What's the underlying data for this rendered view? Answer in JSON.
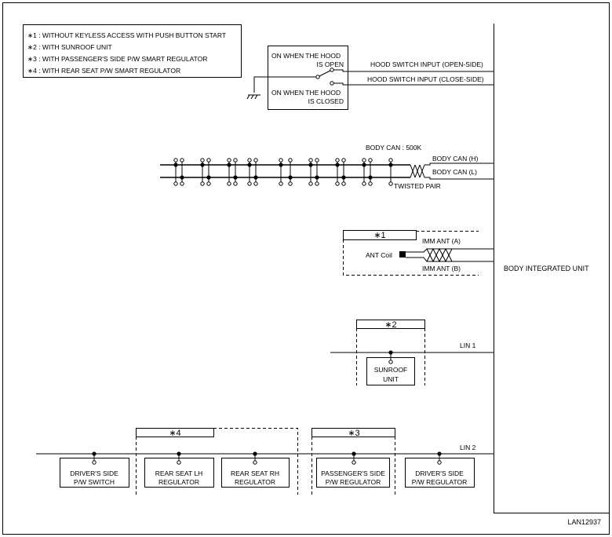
{
  "legend": {
    "items": [
      "∗1 : WITHOUT KEYLESS ACCESS WITH PUSH BUTTON START",
      "∗2 : WITH SUNROOF UNIT",
      "∗3 : WITH PASSENGER'S SIDE P/W SMART REGULATOR",
      "∗4 : WITH REAR SEAT P/W SMART REGULATOR"
    ]
  },
  "hood_switch": {
    "open_label": [
      "ON WHEN THE HOOD",
      "IS OPEN"
    ],
    "closed_label": [
      "ON WHEN THE HOOD",
      "IS CLOSED"
    ],
    "input_open": "HOOD SWITCH INPUT (OPEN-SIDE)",
    "input_close": "HOOD SWITCH INPUT (CLOSE-SIDE)"
  },
  "can_bus": {
    "speed_label": "BODY CAN : 500K",
    "high_label": "BODY CAN (H)",
    "low_label": "BODY CAN (L)",
    "twisted_label": "TWISTED PAIR"
  },
  "immobilizer": {
    "condition": "∗1",
    "ant_a": "IMM ANT (A)",
    "ant_b": "IMM ANT (B)",
    "coil": "ANT Coil"
  },
  "body_integrated_unit": "BODY INTEGRATED UNIT",
  "lin1": {
    "label": "LIN 1",
    "condition": "∗2",
    "sunroof": [
      "SUNROOF",
      "UNIT"
    ]
  },
  "lin2": {
    "label": "LIN 2",
    "condition_rear": "∗4",
    "condition_pass": "∗3",
    "drivers_switch": [
      "DRIVER'S SIDE",
      "P/W SWITCH"
    ],
    "rear_lh": [
      "REAR SEAT LH",
      "REGULATOR"
    ],
    "rear_rh": [
      "REAR SEAT RH",
      "REGULATOR"
    ],
    "passenger": [
      "PASSENGER'S SIDE",
      "P/W REGULATOR"
    ],
    "drivers_reg": [
      "DRIVER'S SIDE",
      "P/W REGULATOR"
    ]
  },
  "figure_id": "LAN12937"
}
